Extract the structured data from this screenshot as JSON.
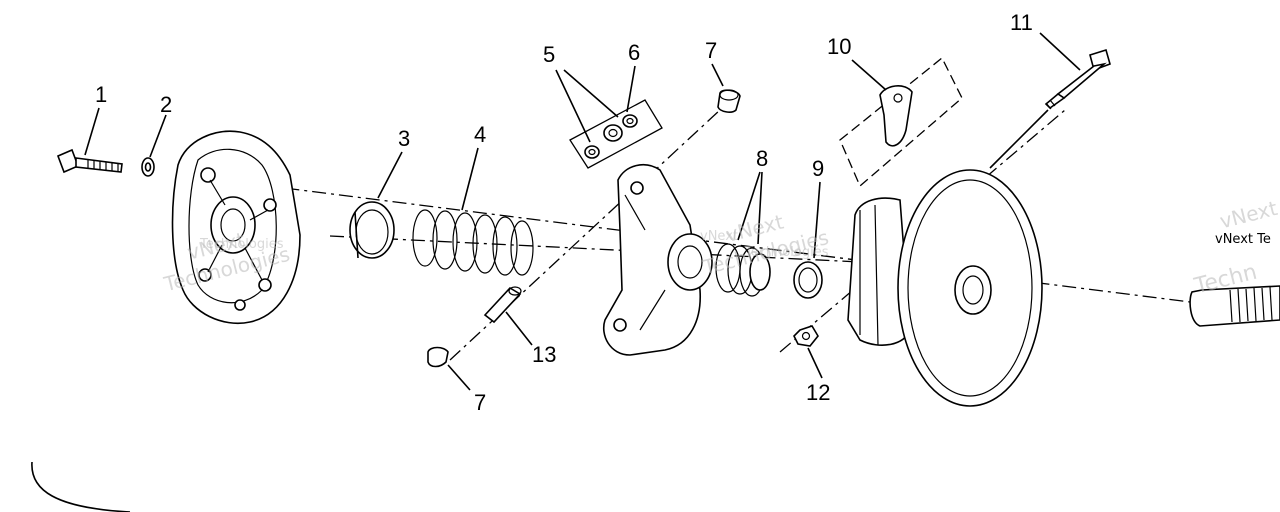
{
  "callouts": {
    "c1": "1",
    "c2": "2",
    "c3": "3",
    "c4": "4",
    "c5": "5",
    "c6": "6",
    "c7a": "7",
    "c7b": "7",
    "c8": "8",
    "c9": "9",
    "c10": "10",
    "c11": "11",
    "c12": "12",
    "c13": "13"
  },
  "watermark": {
    "line1": "vNext",
    "line2": "Technologies",
    "edge": "vNext Te",
    "edge2": "Techn"
  }
}
